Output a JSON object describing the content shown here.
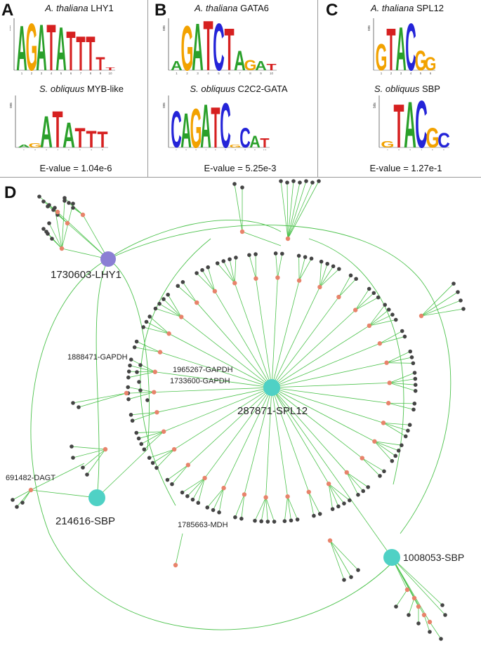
{
  "panels": {
    "A": {
      "letter": "A",
      "top_title": {
        "species": "A. thaliana",
        "gene": "LHY1"
      },
      "top_sequence": "AGATATTTTT",
      "bottom_title": {
        "species": "S. obliquus",
        "gene": "MYB-like"
      },
      "bottom_sequence": "AGATATTT",
      "evalue": "E-value = 1.04e-6"
    },
    "B": {
      "letter": "B",
      "top_title": {
        "species": "A. thaliana",
        "gene": "GATA6"
      },
      "top_sequence": "AGATCTAGAT",
      "bottom_title": {
        "species": "S. obliquus",
        "gene": "C2C2-GATA"
      },
      "bottom_sequence": "CAGATCGCAT",
      "evalue": "E-value = 5.25e-3"
    },
    "C": {
      "letter": "C",
      "top_title": {
        "species": "A. thaliana",
        "gene": "SPL12"
      },
      "top_sequence": "GTACGG",
      "bottom_title": {
        "species": "S. obliquus",
        "gene": "SBP"
      },
      "bottom_sequence": "GTACGC",
      "evalue": "E-value = 1.27e-1"
    },
    "D": {
      "letter": "D"
    }
  },
  "network": {
    "hubs": [
      {
        "id": "1730603-LHY1",
        "color": "#8b7fd4"
      },
      {
        "id": "287871-SPL12",
        "color": "#4fd1c5"
      },
      {
        "id": "214616-SBP",
        "color": "#4fd1c5"
      },
      {
        "id": "1008053-SBP",
        "color": "#4fd1c5"
      }
    ],
    "labels": {
      "lhy1": "1730603-LHY1",
      "spl12": "287871-SPL12",
      "sbp1": "214616-SBP",
      "sbp2": "1008053-SBP",
      "gapdh1": "1888471-GAPDH",
      "gapdh2": "1965267-GAPDH",
      "gapdh3": "1733600-GAPDH",
      "dagt": "691482-DAGT",
      "mdh": "1785663-MDH"
    },
    "colors": {
      "edge": "#4cc24c",
      "intermediate_node": "#e8836b",
      "leaf_node": "#444444"
    }
  },
  "colors": {
    "A": "#2aa02a",
    "C": "#2424d8",
    "G": "#f2a200",
    "T": "#d62020"
  }
}
